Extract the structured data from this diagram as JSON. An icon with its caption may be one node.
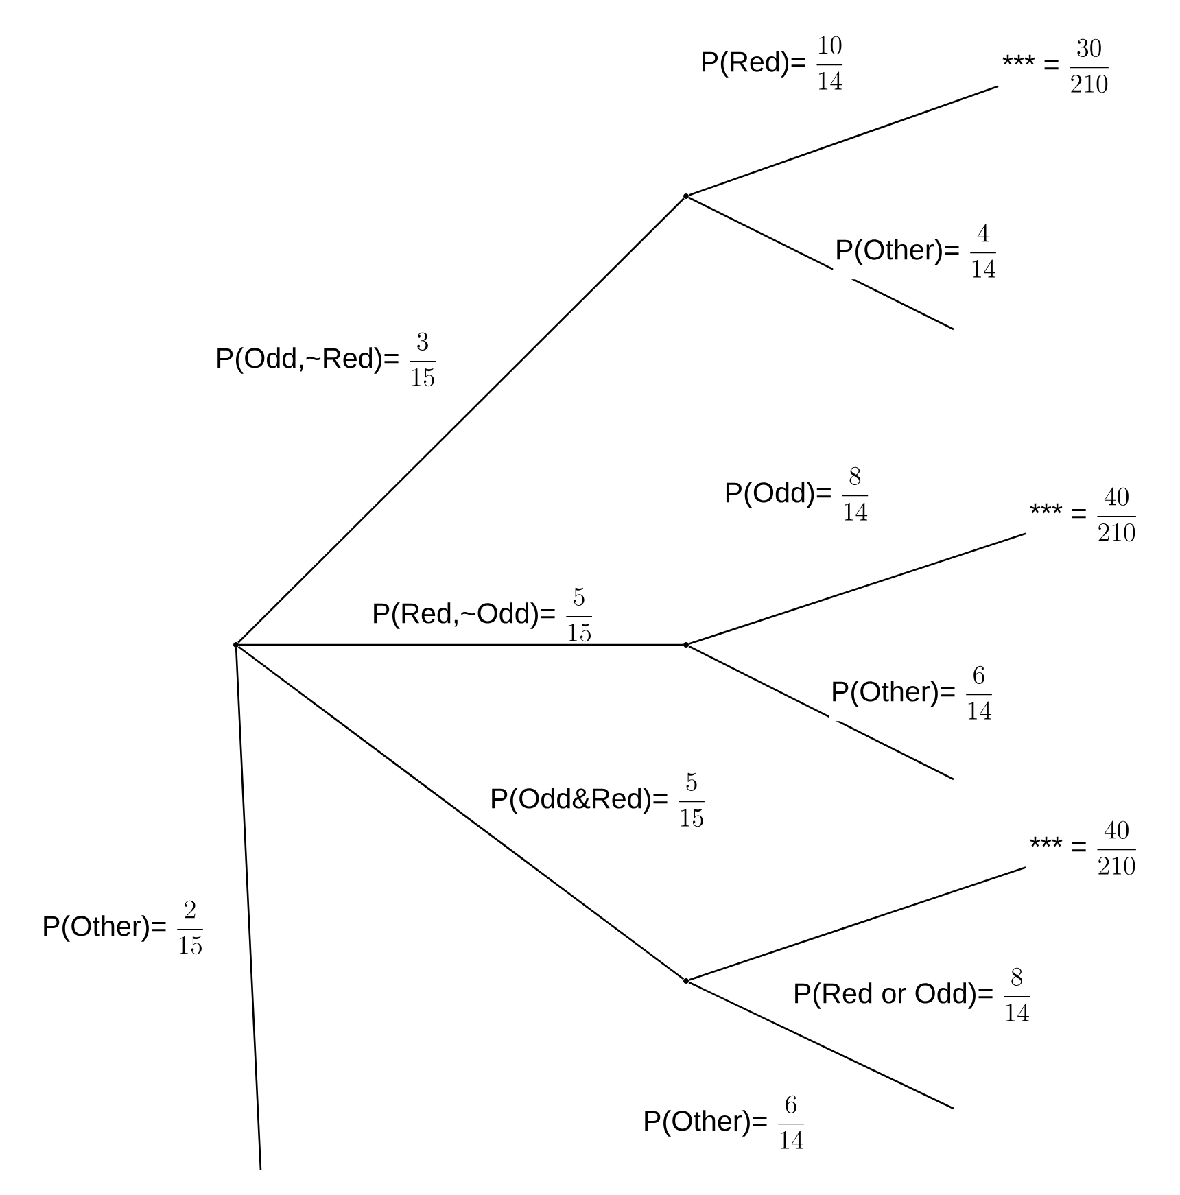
{
  "diagram": {
    "nodes": [
      {
        "text": [],
        "shape": "point"
      },
      {
        "text": [],
        "shape": "point"
      },
      {
        "text": [],
        "shape": "point"
      },
      {
        "text": [],
        "shape": "point"
      },
      {
        "text": [
          "\\mbox{*** = }\\frac{30}{210}"
        ]
      },
      {
        "text": [
          "\\mbox{*** = }\\frac{40}{210}"
        ]
      },
      {
        "text": [
          "\\mbox{*** = }\\frac{40}{210}"
        ]
      }
    ],
    "edges": [
      {
        "from": 0,
        "to": 1,
        "arrow": "none",
        "label": "\\mbox{P(Odd,\\textasciitilde Red)= }\\frac{3}{15}"
      },
      {
        "from": 0,
        "to": 2,
        "arrow": "none",
        "label": "\\mbox{P(Red,\\textasciitilde Odd)= }\\frac{5}{15}"
      },
      {
        "from": 0,
        "to": 3,
        "arrow": "none",
        "label": "\\mbox{P(Odd\\&Red)= }\\frac{5}{15}"
      },
      {
        "from": 0,
        "to": null,
        "arrow": "none",
        "label": "\\mbox{P(Other)= }\\frac{2}{15}"
      },
      {
        "from": 1,
        "to": 4,
        "arrow": "none",
        "label": "\\mbox{P(Red)= }\\frac{10}{14}"
      },
      {
        "from": 1,
        "to": null,
        "arrow": "none",
        "label": "\\mbox{P(Other)= }\\frac{4}{14}"
      },
      {
        "from": 2,
        "to": 5,
        "arrow": "none",
        "label": "\\mbox{P(Odd)= }\\frac{8}{14}"
      },
      {
        "from": 2,
        "to": null,
        "arrow": "none",
        "label": "\\mbox{P(Other)= }\\frac{6}{14}"
      },
      {
        "from": 3,
        "to": 6,
        "arrow": "none",
        "label": "\\mbox{P(Red or Odd)= }\\frac{8}{14}"
      },
      {
        "from": 3,
        "to": null,
        "arrow": "none",
        "label": "\\mbox{P(Other)= }\\frac{6}{14}"
      }
    ]
  }
}
